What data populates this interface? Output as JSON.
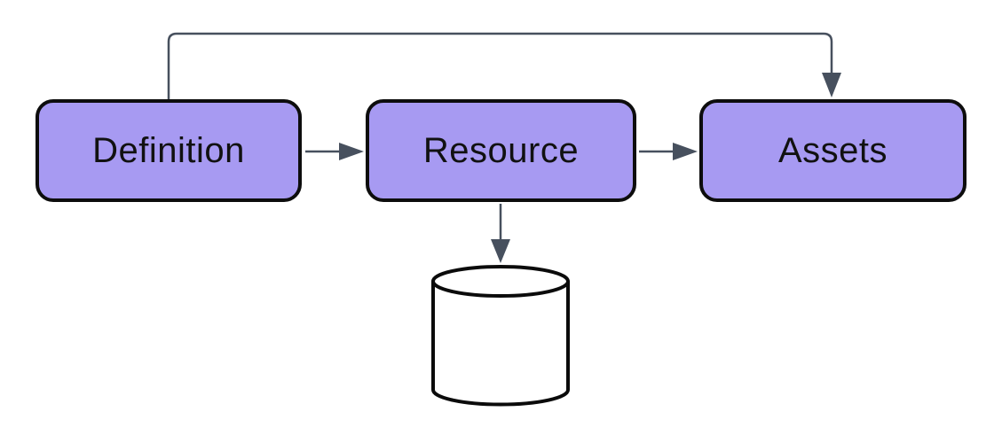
{
  "diagram": {
    "nodes": [
      {
        "id": "definition",
        "label": "Definition"
      },
      {
        "id": "resource",
        "label": "Resource"
      },
      {
        "id": "assets",
        "label": "Assets"
      }
    ],
    "database": {
      "shape": "cylinder",
      "label": ""
    },
    "edges": [
      {
        "from": "definition",
        "to": "resource",
        "style": "arrow",
        "route": "straight"
      },
      {
        "from": "resource",
        "to": "assets",
        "style": "arrow",
        "route": "straight"
      },
      {
        "from": "definition",
        "to": "assets",
        "style": "arrow",
        "route": "top-loop"
      },
      {
        "from": "resource",
        "to": "database",
        "style": "arrow",
        "route": "straight-down"
      }
    ],
    "colors": {
      "node_fill": "#A79AF2",
      "node_border": "#0D0D0D",
      "node_text": "#111111",
      "connector": "#47505E",
      "arrowhead": "#47505E",
      "cylinder_fill": "#FFFFFF",
      "cylinder_stroke": "#0B0B0B",
      "canvas": "#FFFFFF"
    }
  }
}
